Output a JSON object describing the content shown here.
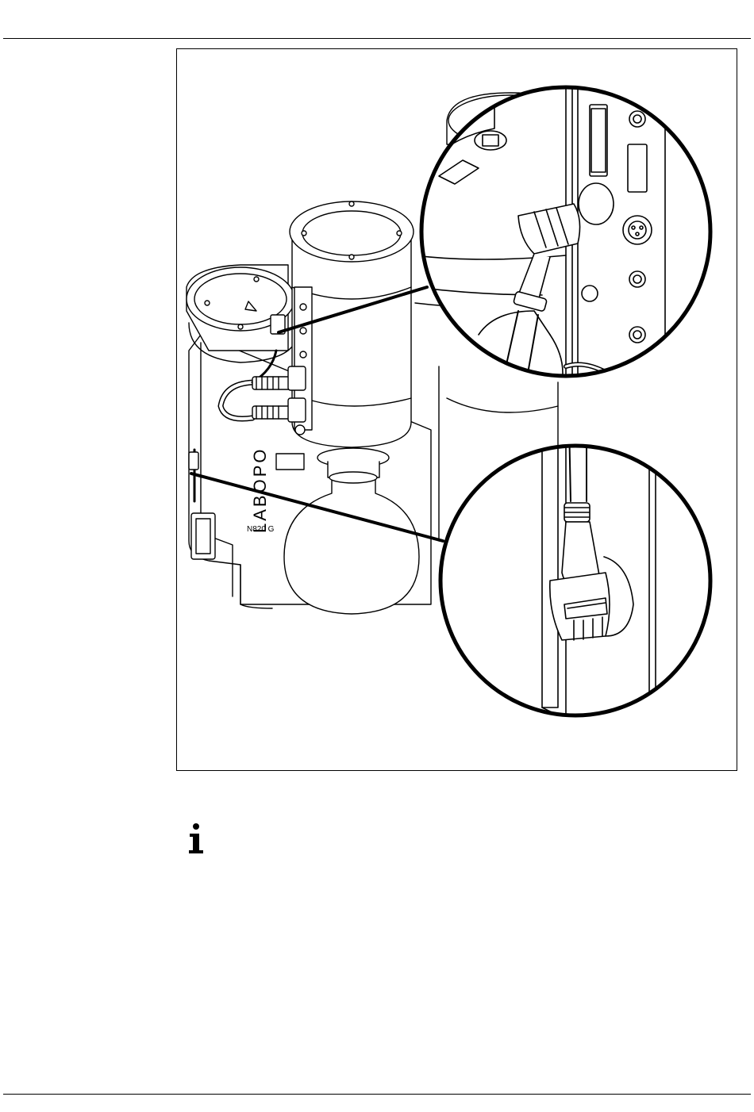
{
  "figure": {
    "illustration": "pump-cable-connection-drawing",
    "pump_brand_text": "LABOPO",
    "pump_model_text": "N820 G",
    "callouts": [
      "connector-detail-top",
      "connector-detail-bottom"
    ]
  },
  "note": {
    "icon": "info-icon"
  }
}
